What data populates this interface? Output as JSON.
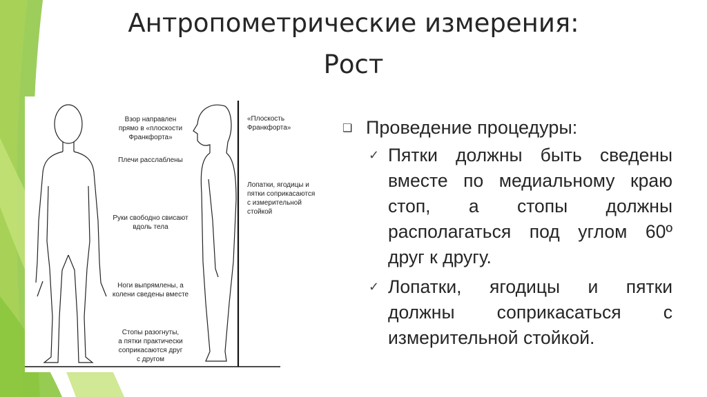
{
  "slide": {
    "title_line1": "Антропометрические измерения:",
    "title_line2": "Рост"
  },
  "figure": {
    "labels": {
      "gaze": "Взор направлен\nпрямо в «плоскости\nФранкфорта»",
      "shoulders": "Плечи расслаблены",
      "arms": "Руки свободно свисают\nвдоль тела",
      "legs": "Ноги выпрямлены, а\nколени сведены вместе",
      "feet": "Стопы разогнуты,\nа пятки практически\nсоприкасаются друг\nс другом",
      "frankfort_plane": "«Плоскость\nФранкфорта»",
      "contact": "Лопатки, ягодицы и\nпятки соприкасаются\nс измерительной\nстойкой"
    }
  },
  "content": {
    "heading": "Проведение процедуры:",
    "items": [
      "Пятки должны быть сведены вместе по медиальному краю стоп, а стопы должны располагаться под углом 60º друг к другу.",
      "Лопатки, ягодицы и пятки должны соприкасаться с измерительной стойкой."
    ]
  },
  "theme": {
    "accent_green": "#8cc63f",
    "light_green": "#c6e27a",
    "text_color": "#262626"
  }
}
